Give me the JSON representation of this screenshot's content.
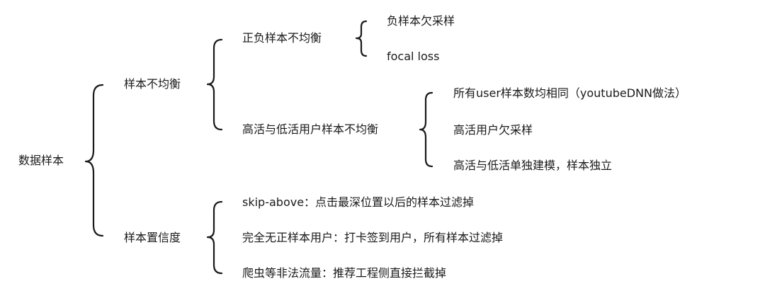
{
  "root": "数据样本",
  "level1": {
    "imbalance": "样本不均衡",
    "confidence": "样本置信度"
  },
  "level2": {
    "pos_neg": "正负样本不均衡",
    "active": "高活与低活用户样本不均衡"
  },
  "leaves": {
    "pos_neg": [
      "负样本欠采样",
      "focal loss"
    ],
    "active": [
      "所有user样本数均相同（youtubeDNN做法）",
      "高活用户欠采样",
      "高活与低活单独建模，样本独立"
    ],
    "confidence": [
      "skip-above：点击最深位置以后的样本过滤掉",
      "完全无正样本用户：打卡签到用户，所有样本过滤掉",
      "爬虫等非法流量：推荐工程侧直接拦截掉"
    ]
  }
}
